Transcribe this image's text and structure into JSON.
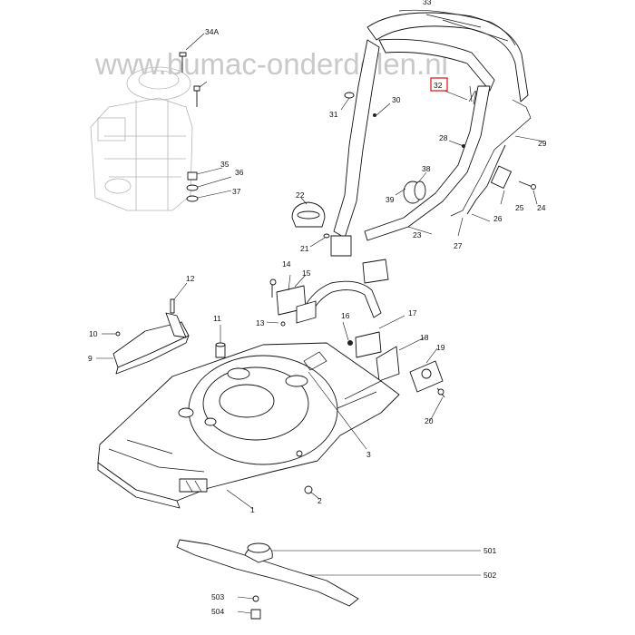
{
  "watermark": "www.bumac-onderdelen.nl",
  "highlight_color": "#dd1111",
  "highlighted_part": "32",
  "labels": {
    "p1": "1",
    "p2": "2",
    "p3": "3",
    "p9": "9",
    "p10": "10",
    "p11": "11",
    "p12": "12",
    "p13": "13",
    "p14": "14",
    "p15": "15",
    "p16": "16",
    "p17": "17",
    "p18": "18",
    "p19": "19",
    "p20": "20",
    "p21": "21",
    "p22": "22",
    "p23": "23",
    "p24": "24",
    "p25": "25",
    "p26": "26",
    "p27": "27",
    "p28": "28",
    "p29": "29",
    "p30": "30",
    "p31": "31",
    "p32": "32",
    "p33": "33",
    "p34a": "34A",
    "p35": "35",
    "p36": "36",
    "p37": "37",
    "p38": "38",
    "p39": "39",
    "p501": "501",
    "p502": "502",
    "p503": "503",
    "p504": "504"
  }
}
